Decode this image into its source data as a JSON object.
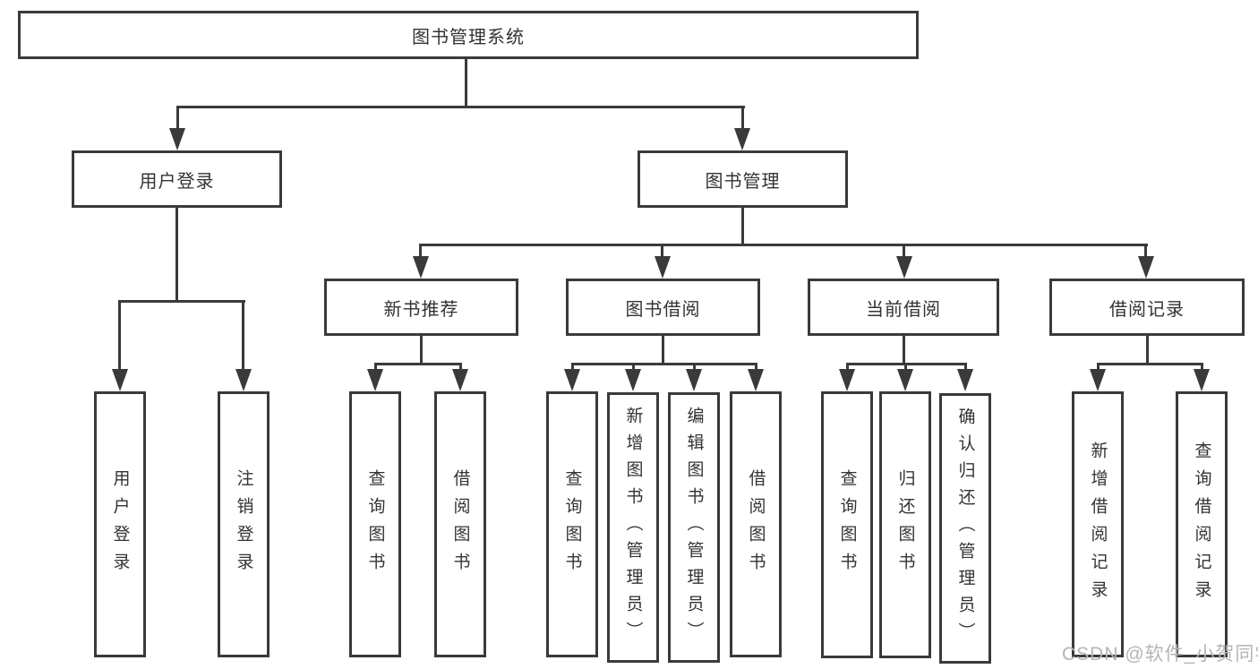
{
  "diagram": {
    "root_label": "图书管理系统",
    "user_login": {
      "label": "用户登录",
      "children": [
        {
          "label": "用户登录"
        },
        {
          "label": "注销登录"
        }
      ]
    },
    "book_mgmt": {
      "label": "图书管理"
    },
    "modules": [
      {
        "label": "新书推荐",
        "children": [
          {
            "label": "查询图书"
          },
          {
            "label": "借阅图书"
          }
        ]
      },
      {
        "label": "图书借阅",
        "children": [
          {
            "label": "查询图书"
          },
          {
            "label": "新增图书（管理员）"
          },
          {
            "label": "编辑图书（管理员）"
          },
          {
            "label": "借阅图书"
          }
        ]
      },
      {
        "label": "当前借阅",
        "children": [
          {
            "label": "查询图书"
          },
          {
            "label": "归还图书"
          },
          {
            "label": "确认归还（管理员）"
          }
        ]
      },
      {
        "label": "借阅记录",
        "children": [
          {
            "label": "新增借阅记录"
          },
          {
            "label": "查询借阅记录"
          }
        ]
      }
    ],
    "watermark": "CSDN @软件_小贺同学"
  },
  "colors": {
    "line": "#3a3a3a",
    "text": "#333333",
    "watermark": "#b5b5b5",
    "background": "#ffffff"
  }
}
